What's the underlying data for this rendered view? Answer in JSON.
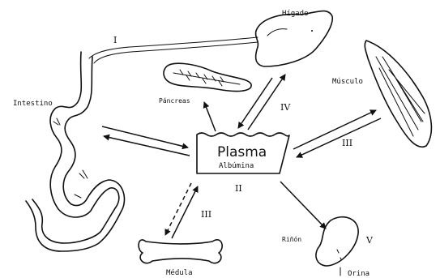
{
  "organs": {
    "liver": "Hígado",
    "pancreas": "Páncreas",
    "muscle": "Músculo",
    "intestine": "Intestino",
    "kidney": "Riñón",
    "marrow": "Médula",
    "urine": "Orina"
  },
  "center": {
    "title": "Plasma",
    "subtitle": "Albúmina"
  },
  "roman": {
    "gut": "I",
    "liver": "IV",
    "muscle": "III",
    "plasma_bottom": "II",
    "marrow": "III",
    "kidney": "V"
  }
}
